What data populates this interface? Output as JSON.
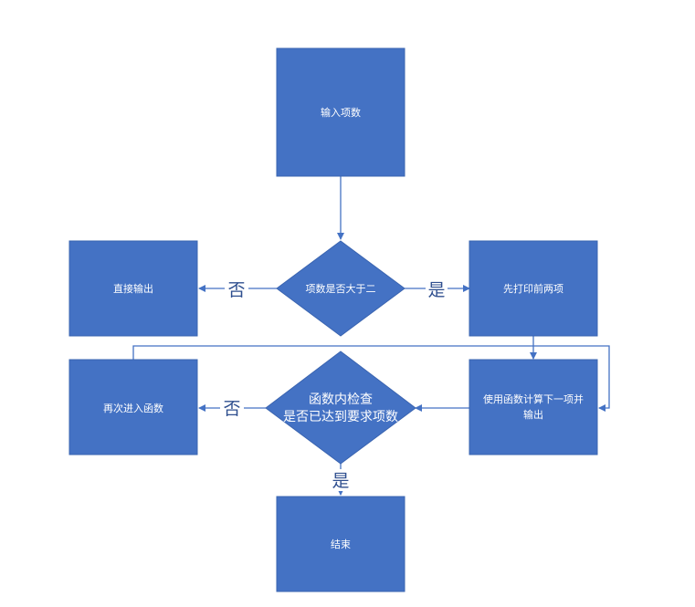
{
  "diagram": {
    "nodes": {
      "input": "输入项数",
      "check_gt_two": "项数是否大于二",
      "output_direct": "直接输出",
      "print_first_two": "先打印前两项",
      "compute_next": [
        "使用函数计算下一项并",
        "输出"
      ],
      "check_reached": [
        "函数内检查",
        "是否已达到要求项数"
      ],
      "reenter": "再次进入函数",
      "end": "结束"
    },
    "edge_labels": {
      "no_top": "否",
      "yes_top": "是",
      "no_bottom": "否",
      "yes_bottom": "是"
    },
    "colors": {
      "node_fill": "#4472C4",
      "edge": "#4472C4",
      "node_text": "#ffffff",
      "label_text": "#2F4F8F"
    }
  }
}
